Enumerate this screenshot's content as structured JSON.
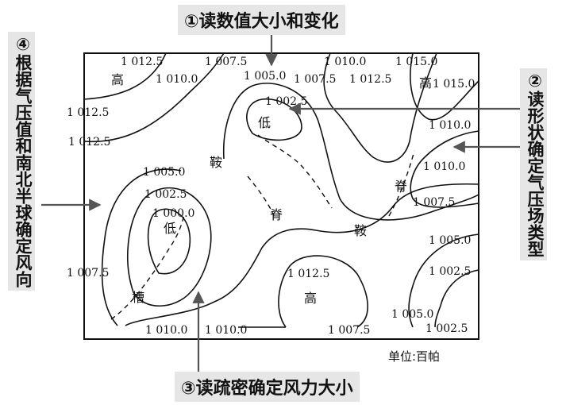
{
  "callouts": {
    "top": "①读数值大小和变化",
    "right": "②读形状确定气压场类型",
    "bottom": "③读疏密确定风力大小",
    "left": "④根据气压值和南北半球确定风向"
  },
  "unit_label": "单位:百帕",
  "isobar_labels": [
    "1 012.5",
    "1 007.5",
    "1 010.0",
    "1 005.0",
    "1 010.0",
    "1 015.0",
    "1 007.5",
    "1 012.5",
    "1 015.0",
    "1 012.5",
    "1 002.5",
    "1 010.0",
    "1 012.5",
    "1 010.0",
    "1 005.0",
    "1 002.5",
    "1 000.0",
    "1 007.5",
    "1 005.0",
    "1 012.5",
    "1 002.5",
    "1 007.5",
    "1 010.0",
    "1 005.0",
    "1 010.0",
    "1 007.5",
    "1 002.5"
  ],
  "feature_labels": [
    "高",
    "低",
    "高",
    "鞍",
    "脊",
    "脊",
    "鞍",
    "低",
    "槽",
    "高"
  ],
  "colors": {
    "ink": "#111111",
    "callout_bg": "#e6e6e6",
    "arrow": "#555555"
  }
}
